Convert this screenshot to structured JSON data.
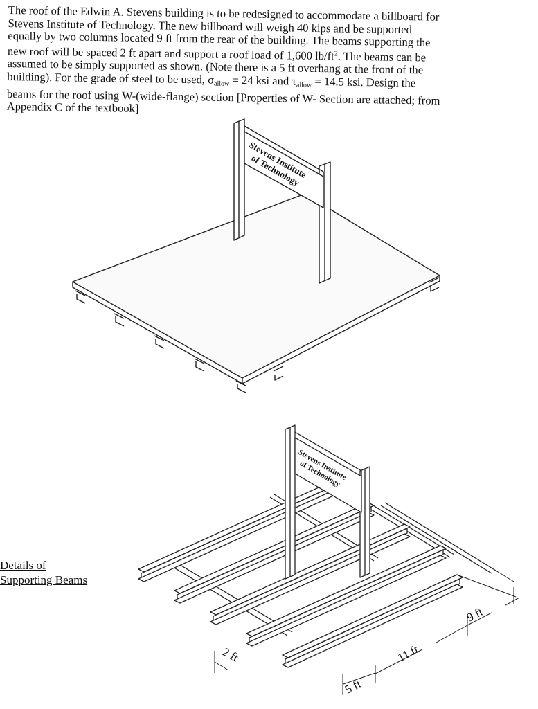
{
  "problem": {
    "line1": "The roof of the Edwin A. Stevens building is to be redesigned to accommodate a billboard for",
    "line2": "Stevens Institute of Technology.  The new billboard will weigh 40 kips and be supported",
    "line3": "equally by two columns located 9 ft from the rear of the building. The beams supporting the",
    "line4a": "new roof will be spaced 2 ft apart and support a roof load of 1,600 lb/ft",
    "line4sup": "2",
    "line4b": ". The beams can be",
    "line5": "assumed to be simply supported as shown.  (Note there is a 5 ft overhang at the front of the",
    "line6a": "building). For the grade of steel to be used, σ",
    "line6sub1": "allow",
    "line6b": " = 24 ksi and τ",
    "line6sub2": "allow",
    "line6c": " = 14.5 ksi.  Design the",
    "line7": "beams for the roof using W-(wide-flange) section [Properties of W- Section are attached; from",
    "line8": "Appendix C of the textbook]"
  },
  "billboard": {
    "line1": "Stevens Institute",
    "line2": "of Technology"
  },
  "details_label": {
    "line1": "Details of",
    "line2": "Supporting Beams"
  },
  "dimensions": {
    "spacing": "2 ft",
    "overhang": "5 ft",
    "span": "11 ft",
    "rear": "9 ft"
  }
}
